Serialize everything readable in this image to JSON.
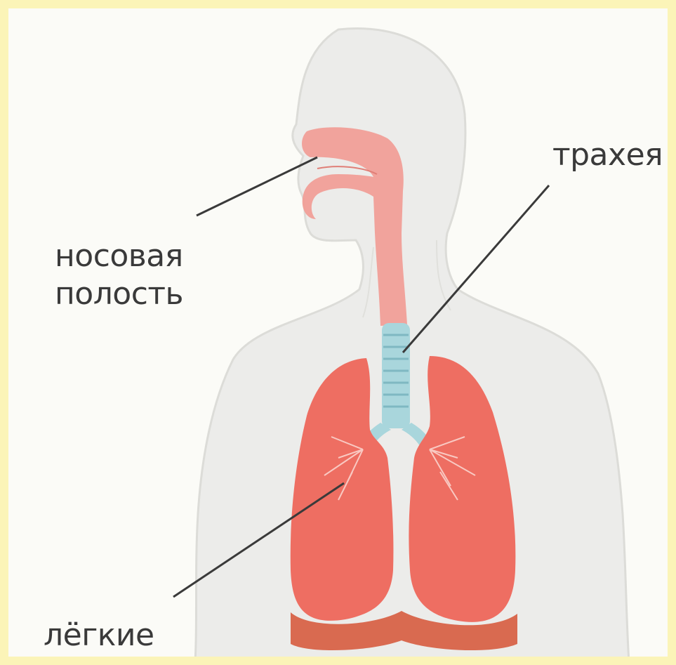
{
  "labels": {
    "nasal_cavity_line1": "носовая",
    "nasal_cavity_line2": "полость",
    "trachea": "трахея",
    "lungs": "лёгкие"
  },
  "colors": {
    "background": "#fbfbf7",
    "frame": "#fbf4b8",
    "body": "#ececea",
    "airway": "#f29b93",
    "trachea": "#a9d6dc",
    "lungs": "#ee6e62",
    "diaphragm": "#d96a50",
    "leader_line": "#3a3a3a"
  }
}
